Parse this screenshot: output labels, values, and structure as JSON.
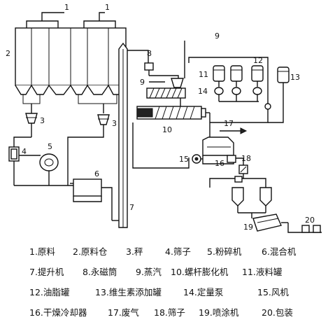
{
  "diagram_labels": {
    "n1": "1",
    "n2": "2",
    "n3": "3",
    "n4": "4",
    "n5": "5",
    "n6": "6",
    "n7": "7",
    "n8": "8",
    "n9": "9",
    "n10": "10",
    "n11": "11",
    "n12": "12",
    "n13": "13",
    "n14": "14",
    "n15": "15",
    "n16": "16",
    "n17": "17",
    "n18": "18",
    "n19": "19",
    "n20": "20"
  },
  "legend": [
    [
      "1.原料",
      "2.原料仓",
      "3.秤",
      "4.筛子",
      "5.粉碎机",
      "6.混合机"
    ],
    [
      "7.提升机",
      "8.永磁筒",
      "9.蒸汽",
      "10.螺杆膨化机",
      "11.液料罐"
    ],
    [
      "12.油脂罐",
      "13.维生素添加罐",
      "14.定量泵",
      "15.风机"
    ],
    [
      "16.干燥冷却器",
      "17.废气",
      "18.筛子",
      "19.喷涂机",
      "20.包装"
    ]
  ]
}
